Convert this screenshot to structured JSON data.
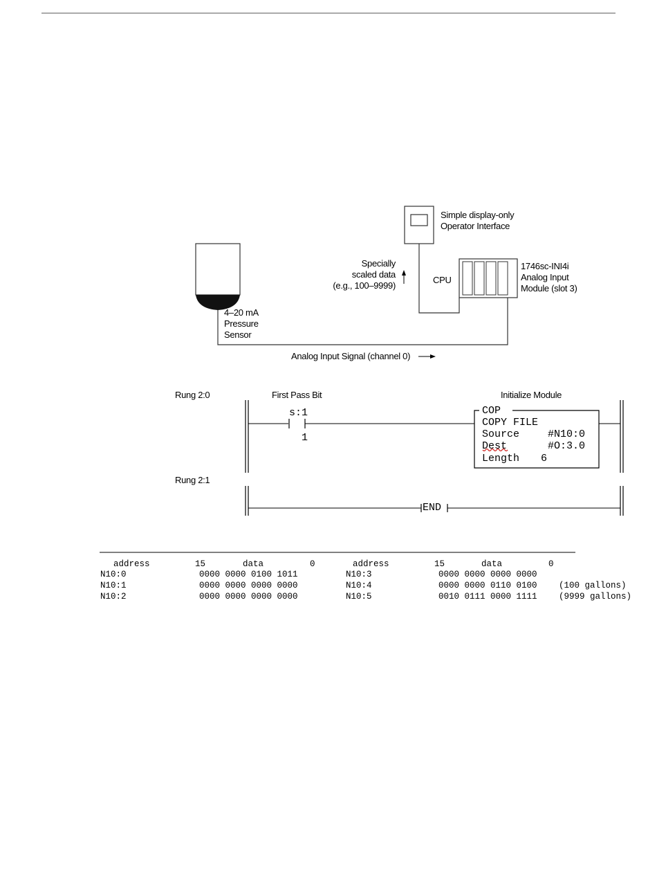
{
  "diagram": {
    "display_label": [
      "Simple display-only",
      "Operator Interface"
    ],
    "scaled_label": [
      "Specially",
      "scaled data",
      "(e.g., 100–9999)"
    ],
    "cpu_label": "CPU",
    "module_label": [
      "1746sc-INI4i",
      "Analog Input",
      "Module (slot 3)"
    ],
    "sensor_label": [
      "4–20 mA",
      "Pressure",
      "Sensor"
    ],
    "signal_label": "Analog Input Signal (channel 0)"
  },
  "ladder": {
    "rung0_label": "Rung 2:0",
    "rung1_label": "Rung 2:1",
    "first_pass_label": "First Pass Bit",
    "init_label": "Initialize Module",
    "contact_address": "s:1",
    "contact_bit": "1",
    "cop": {
      "title": "COP",
      "line1": "COPY FILE",
      "source_label": "Source",
      "source_value": "#N10:0",
      "dest_label": "Dest",
      "dest_value": "#O:3.0",
      "length_label": "Length",
      "length_value": "6"
    },
    "end_label": "END"
  },
  "table": {
    "headers": {
      "address": "address",
      "bit_hi": "15",
      "data": "data",
      "bit_lo": "0"
    },
    "left": [
      {
        "address": "N10:0",
        "data": "0000 0000 0100 1011",
        "note": ""
      },
      {
        "address": "N10:1",
        "data": "0000 0000 0000 0000",
        "note": ""
      },
      {
        "address": "N10:2",
        "data": "0000 0000 0000 0000",
        "note": ""
      }
    ],
    "right": [
      {
        "address": "N10:3",
        "data": "0000 0000 0000 0000",
        "note": ""
      },
      {
        "address": "N10:4",
        "data": "0000 0000 0110 0100",
        "note": "(100 gallons)"
      },
      {
        "address": "N10:5",
        "data": "0010 0111 0000 1111",
        "note": "(9999 gallons)"
      }
    ]
  }
}
